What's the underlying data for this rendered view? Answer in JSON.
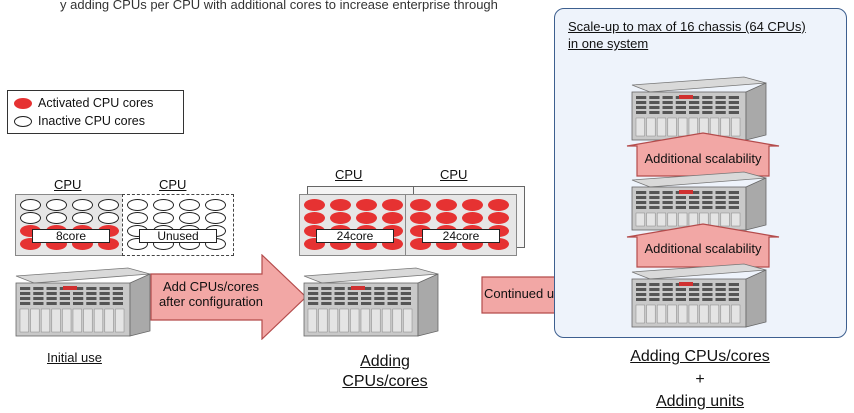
{
  "top_text": "y adding CPUs per CPU with additional cores to increase enterprise through",
  "legend": {
    "activated": "Activated CPU cores",
    "inactive": "Inactive CPU cores"
  },
  "stage1": {
    "cpu_left_label": "CPU",
    "cpu_right_label": "CPU",
    "chip_left_text": "8core",
    "chip_right_text": "Unused",
    "caption": "Initial use"
  },
  "arrow1": {
    "line1": "Add CPUs/cores",
    "line2": "after configuration"
  },
  "stage2": {
    "cpu_left_label": "CPU",
    "cpu_right_label": "CPU",
    "chip_left_text": "24core",
    "chip_right_text": "24core",
    "caption_line1": "Adding",
    "caption_line2": "CPUs/cores"
  },
  "arrow2": {
    "label": "Continued use"
  },
  "stage3": {
    "panel_line1": "Scale-up to max of 16 chassis (64 CPUs)",
    "panel_line2": "in one system",
    "scal_upper": "Additional scalability",
    "scal_lower": "Additional scalability",
    "caption_line1": "Adding CPUs/cores",
    "caption_line2": "+",
    "caption_line3": "Adding units"
  },
  "colors": {
    "active_core": "#e63232",
    "arrow_fill": "#f2a7a5",
    "arrow_stroke": "#b44b4b",
    "panel_bg": "#eef3fb",
    "panel_border": "#3d5f8f"
  }
}
